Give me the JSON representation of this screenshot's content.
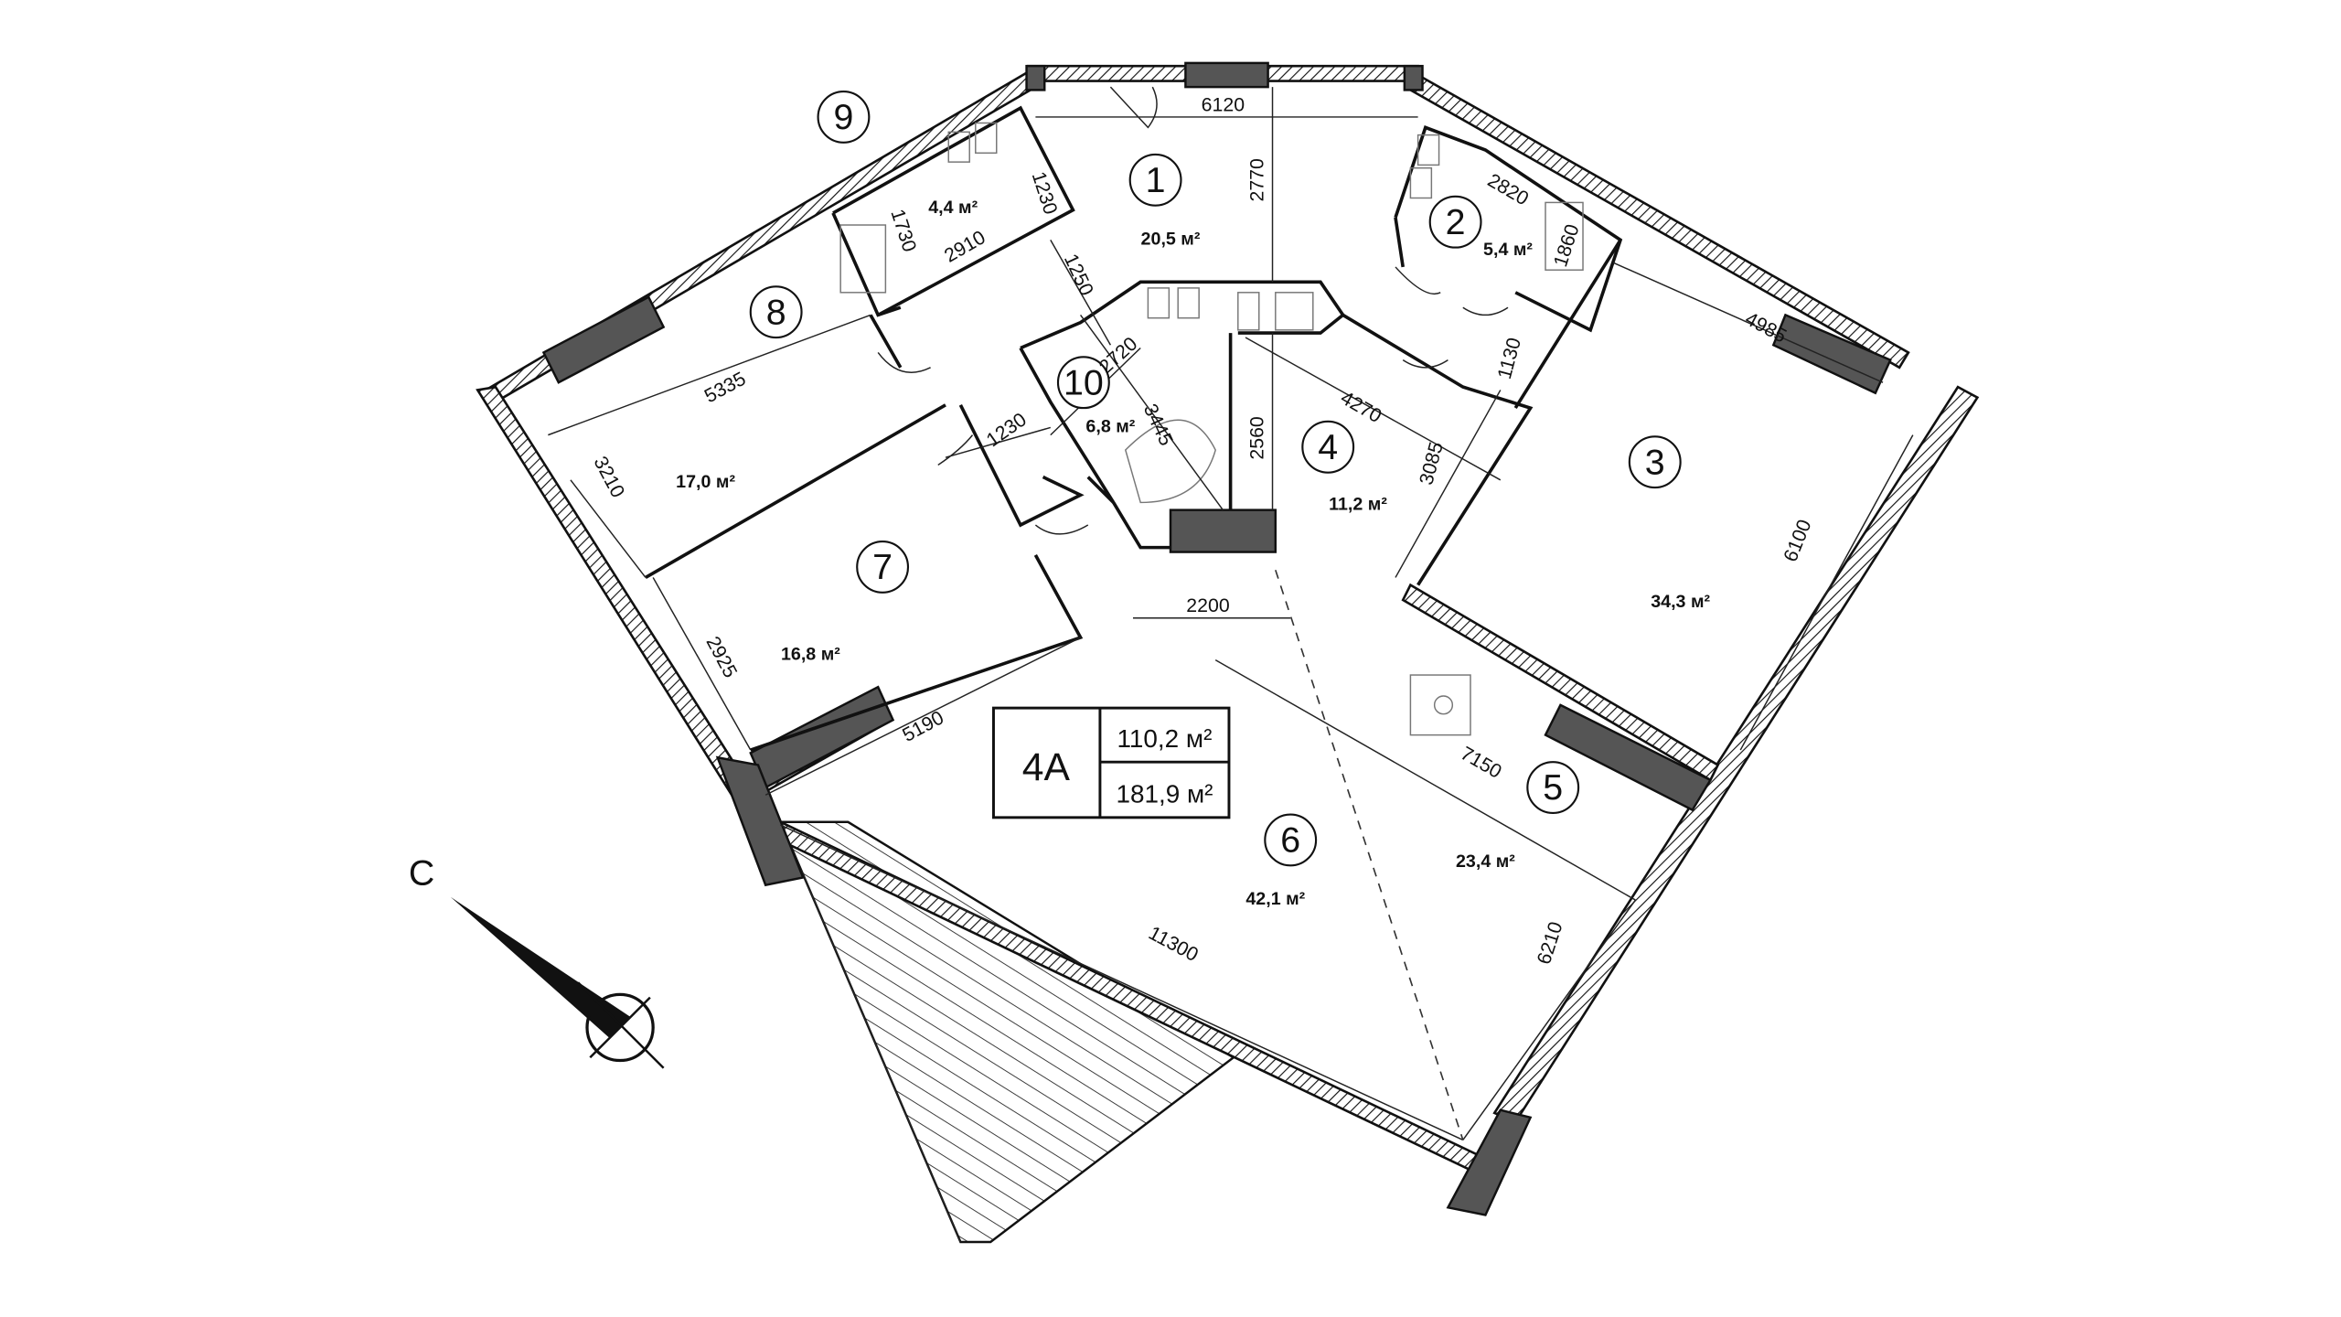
{
  "plan": {
    "unit_label": "4A",
    "living_area": "110,2 м²",
    "total_area": "181,9 м²",
    "compass_label": "С",
    "rooms": [
      {
        "number": "1",
        "area": "20,5 м²"
      },
      {
        "number": "2",
        "area": "5,4 м²"
      },
      {
        "number": "3",
        "area": "34,3 м²"
      },
      {
        "number": "4",
        "area": "11,2 м²"
      },
      {
        "number": "5",
        "area": "23,4 м²"
      },
      {
        "number": "6",
        "area": "42,1 м²"
      },
      {
        "number": "7",
        "area": "16,8 м²"
      },
      {
        "number": "8",
        "area": "17,0 м²"
      },
      {
        "number": "9",
        "area": "4,4 м²"
      },
      {
        "number": "10",
        "area": "6,8 м²"
      }
    ],
    "dimensions": [
      "6120",
      "2770",
      "1230",
      "2910",
      "1730",
      "1250",
      "2820",
      "1860",
      "1130",
      "4270",
      "2560",
      "3085",
      "2720",
      "3445",
      "1230",
      "5335",
      "3210",
      "4985",
      "6100",
      "2200",
      "2925",
      "5190",
      "7150",
      "11300",
      "6210"
    ]
  }
}
